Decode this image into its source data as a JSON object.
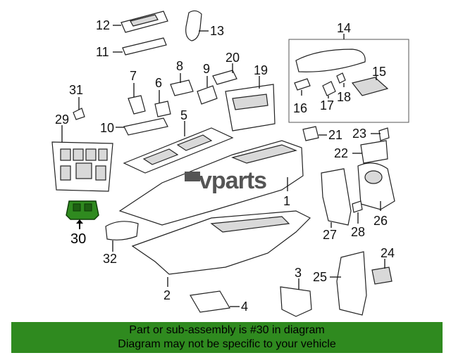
{
  "callouts": {
    "c1": "1",
    "c2": "2",
    "c3": "3",
    "c4": "4",
    "c5": "5",
    "c6": "6",
    "c7": "7",
    "c8": "8",
    "c9": "9",
    "c10": "10",
    "c11": "11",
    "c12": "12",
    "c13": "13",
    "c14": "14",
    "c15": "15",
    "c16": "16",
    "c17": "17",
    "c18": "18",
    "c19": "19",
    "c20": "20",
    "c21": "21",
    "c22": "22",
    "c23": "23",
    "c24": "24",
    "c25": "25",
    "c26": "26",
    "c27": "27",
    "c28": "28",
    "c29": "29",
    "c30": "30",
    "c31": "31",
    "c32": "32"
  },
  "watermark": "vparts",
  "highlight_color": "#2f8a1f",
  "footer": {
    "line1": "Part or sub-assembly is #30 in diagram",
    "line2": "Diagram may not be specific to your vehicle"
  }
}
